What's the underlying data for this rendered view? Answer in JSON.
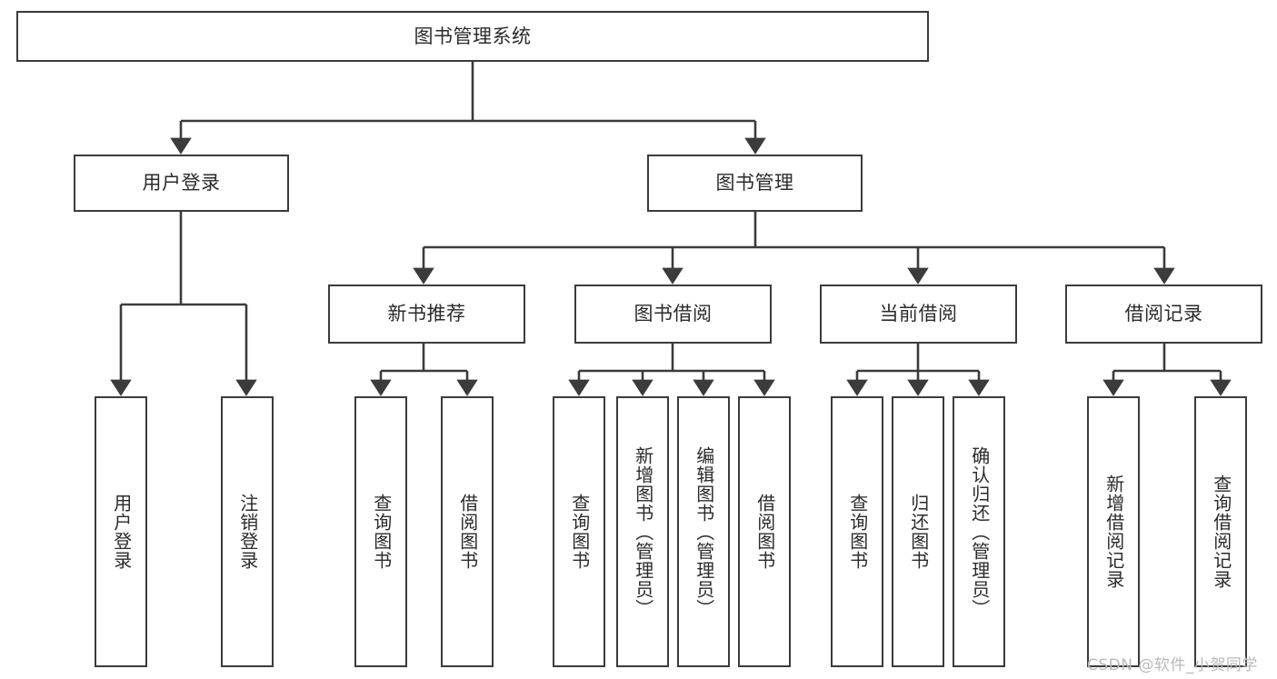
{
  "diagram": {
    "type": "tree-functional-structure",
    "title": "图书管理系统",
    "watermark": "CSDN @软件_小贺同学",
    "colors": {
      "stroke": "#3b3b3b",
      "fill": "#ffffff",
      "text": "#2b2b2b",
      "watermark": "#b9b9b9"
    },
    "nodes": {
      "root": {
        "label": "图书管理系统"
      },
      "level1": [
        {
          "label": "用户登录"
        },
        {
          "label": "图书管理"
        }
      ],
      "level2": [
        {
          "label": "新书推荐"
        },
        {
          "label": "图书借阅"
        },
        {
          "label": "当前借阅"
        },
        {
          "label": "借阅记录"
        }
      ],
      "leaves_user_login": [
        {
          "label": "用户登录"
        },
        {
          "label": "注销登录"
        }
      ],
      "leaves_new_books": [
        {
          "label": "查询图书"
        },
        {
          "label": "借阅图书"
        }
      ],
      "leaves_borrow": [
        {
          "label": "查询图书"
        },
        {
          "label": "新增图书（管理员）"
        },
        {
          "label": "编辑图书（管理员）"
        },
        {
          "label": "借阅图书"
        }
      ],
      "leaves_current": [
        {
          "label": "查询图书"
        },
        {
          "label": "归还图书"
        },
        {
          "label": "确认归还（管理员）"
        }
      ],
      "leaves_records": [
        {
          "label": "新增借阅记录"
        },
        {
          "label": "查询借阅记录"
        }
      ]
    }
  }
}
